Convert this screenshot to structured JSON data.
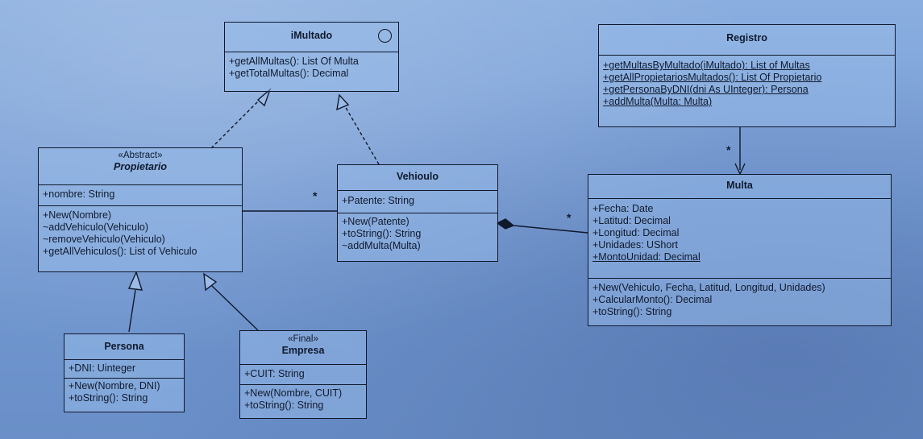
{
  "classes": {
    "imultado": {
      "name": "iMultado",
      "methods": [
        "+getAllMultas(): List Of Multa",
        "+getTotalMultas(): Decimal"
      ]
    },
    "registro": {
      "name": "Registro",
      "methods": [
        "+getMultasByMultado(iMultado): List of Multas",
        "+getAllPropietariosMultados(): List Of Propietario",
        "+getPersonaByDNI(dni As UInteger): Persona",
        "+addMulta(Multa: Multa)"
      ]
    },
    "propietario": {
      "stereotype": "«Abstract»",
      "name": "Propietario",
      "attributes": [
        "+nombre: String"
      ],
      "methods": [
        "+New(Nombre)",
        "~addVehiculo(Vehiculo)",
        "~removeVehiculo(Vehiculo)",
        "+getAllVehiculos(): List of Vehiculo"
      ]
    },
    "vehiculo": {
      "name": "Vehioulo",
      "attributes": [
        "+Patente: String"
      ],
      "methods": [
        "+New(Patente)",
        "+toString(): String",
        "~addMulta(Multa)"
      ]
    },
    "multa": {
      "name": "Multa",
      "attributes": [
        "+Fecha: Date",
        "+Latitud: Decimal",
        "+Longitud: Decimal",
        "+Unidades: UShort",
        "+MontoUnidad: Decimal"
      ],
      "methods": [
        "+New(Vehiculo, Fecha, Latitud, Longitud, Unidades)",
        "+CalcularMonto(): Decimal",
        "+toString(): String"
      ]
    },
    "persona": {
      "name": "Persona",
      "attributes": [
        "+DNI: Uinteger"
      ],
      "methods": [
        "+New(Nombre, DNI)",
        "+toString(): String"
      ]
    },
    "empresa": {
      "stereotype": "«Final»",
      "name": "Empresa",
      "attributes": [
        "+CUIT: String"
      ],
      "methods": [
        "+New(Nombre, CUIT)",
        "+toString(): String"
      ]
    }
  },
  "multiplicities": {
    "propietario_vehiculo": "*",
    "vehiculo_multa": "*",
    "registro_multa": "*"
  }
}
